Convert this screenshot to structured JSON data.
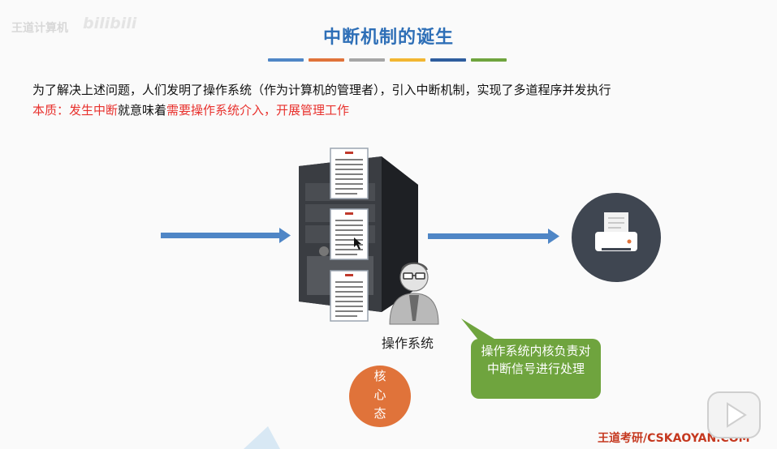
{
  "slide": {
    "title": "中断机制的诞生",
    "line1": "为了解决上述问题，人们发明了操作系统（作为计算机的管理者），引入中断机制，实现了多道程序并发执行",
    "line2": {
      "red1": "本质：发生中断",
      "black": "就意味着",
      "red2": "需要操作系统介入，开展管理工作"
    },
    "os_label": "操作系统",
    "bubble_text": "操作系统内核负责对中断信号进行处理",
    "kernel_label": [
      "核",
      "心",
      "态"
    ],
    "footer": "王道考研/CSKAOYAN.COM"
  },
  "watermark": {
    "channel": "王道计算机",
    "platform_logo": "bilibili"
  },
  "colors": {
    "title": "#2e6fb7",
    "emphasis_red": "#e8312d",
    "arrow": "#4f86c6",
    "bubble": "#6fa43e",
    "kernel_circle": "#e0733a",
    "printer_circle": "#3f4651",
    "color_bar": [
      "#4f86c6",
      "#e0733a",
      "#a6a6a6",
      "#f2b632",
      "#2e5d9e",
      "#6fa43e"
    ]
  },
  "icons": {
    "server": "server-tower-icon",
    "document": "document-icon",
    "operator": "person-operator-icon",
    "printer": "printer-icon",
    "play": "play-icon"
  }
}
